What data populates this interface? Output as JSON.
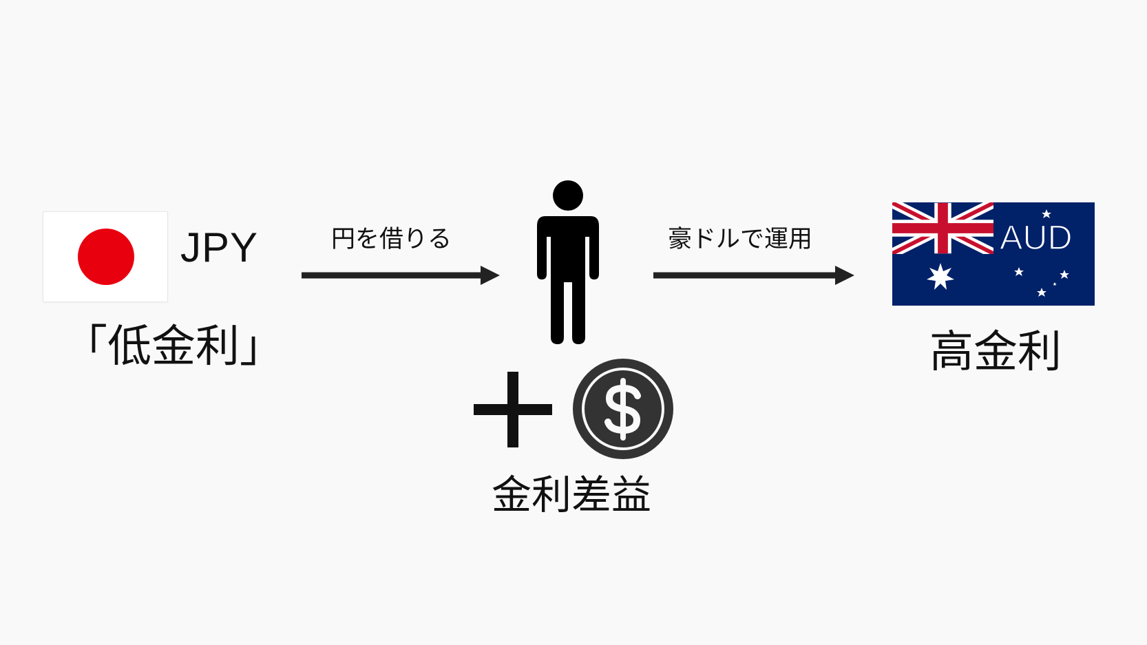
{
  "left": {
    "flag_icon": "japan-flag-icon",
    "currency": "JPY",
    "rate_label": "「低金利」"
  },
  "arrow_left": {
    "label": "円を借りる"
  },
  "center": {
    "person_icon": "person-icon",
    "plus_icon": "plus-icon",
    "coin_icon": "dollar-coin-icon",
    "profit_label": "金利差益"
  },
  "arrow_right": {
    "label": "豪ドルで運用"
  },
  "right": {
    "flag_icon": "australia-flag-icon",
    "currency": "AUD",
    "rate_label": "高金利"
  },
  "colors": {
    "japan_red": "#e8000f",
    "australia_blue": "#012169",
    "union_red": "#c8102e",
    "ink": "#111111",
    "coin_fill": "#333333"
  }
}
